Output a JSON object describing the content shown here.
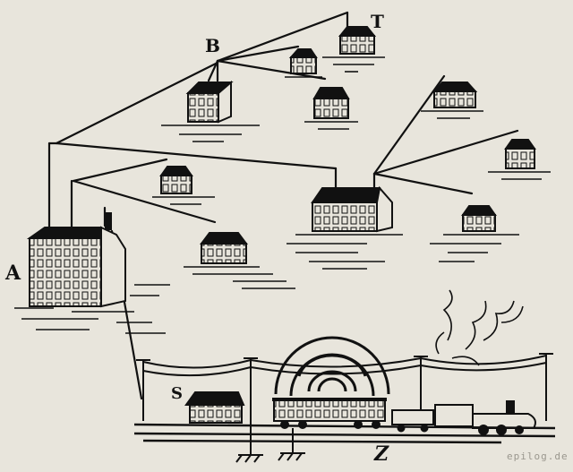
{
  "labels": {
    "a": "A",
    "b": "B",
    "t": "T",
    "s": "S",
    "z": "Z"
  },
  "watermark": "epilog.de",
  "colors": {
    "background": "#e8e5dc",
    "ink": "#111111",
    "watermark": "#9a978e"
  }
}
